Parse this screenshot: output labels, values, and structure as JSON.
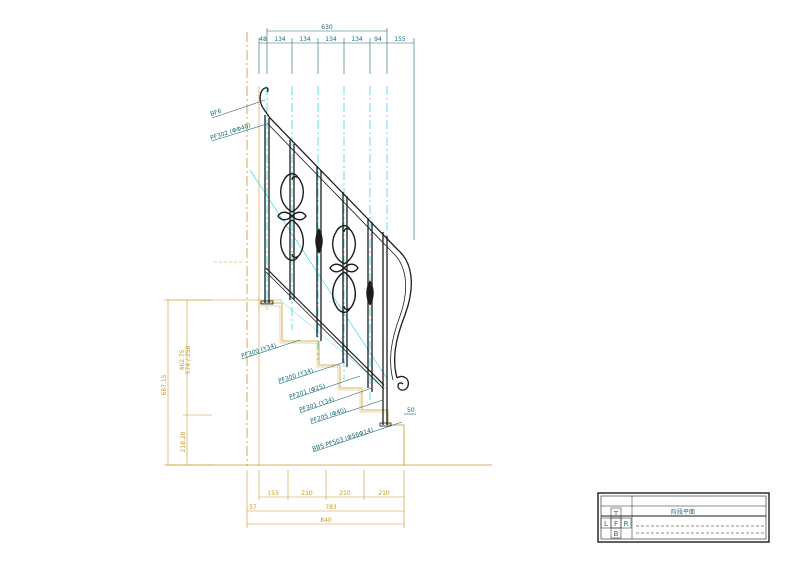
{
  "top_dimensions": {
    "overall": "630",
    "segments": [
      "48",
      "134",
      "134",
      "134",
      "134",
      "94",
      "155"
    ]
  },
  "bottom_dimensions": {
    "steps": [
      "153",
      "210",
      "210",
      "210"
    ],
    "sub_total": "783",
    "left_offset": "57",
    "overall": "840"
  },
  "vertical_dimensions": {
    "total": "687.15",
    "part_upper": "462.75",
    "part_upper_b": "574 / 258",
    "part_lower": "218.28"
  },
  "callouts": {
    "left_top": [
      "BF6",
      "PF302 (ΦΦ40)"
    ],
    "left_bottom": "PF300 (Y34)",
    "right": [
      "PF300 (Y34)",
      "PF201 (Φ25)",
      "PF301 (Y34)",
      "PF205 (Φ40)",
      "BB5  PF503 (Φ56Φ14)"
    ],
    "side_offset": "50"
  },
  "title_block": {
    "letters": [
      "T",
      "L",
      "F",
      "R",
      "B"
    ],
    "drawing_name": "阶段平面"
  },
  "colors": {
    "teal": "#1a6b7a",
    "cyan": "#19d4e6",
    "orange": "#c79a2a",
    "rail": "#1c1c1c"
  }
}
